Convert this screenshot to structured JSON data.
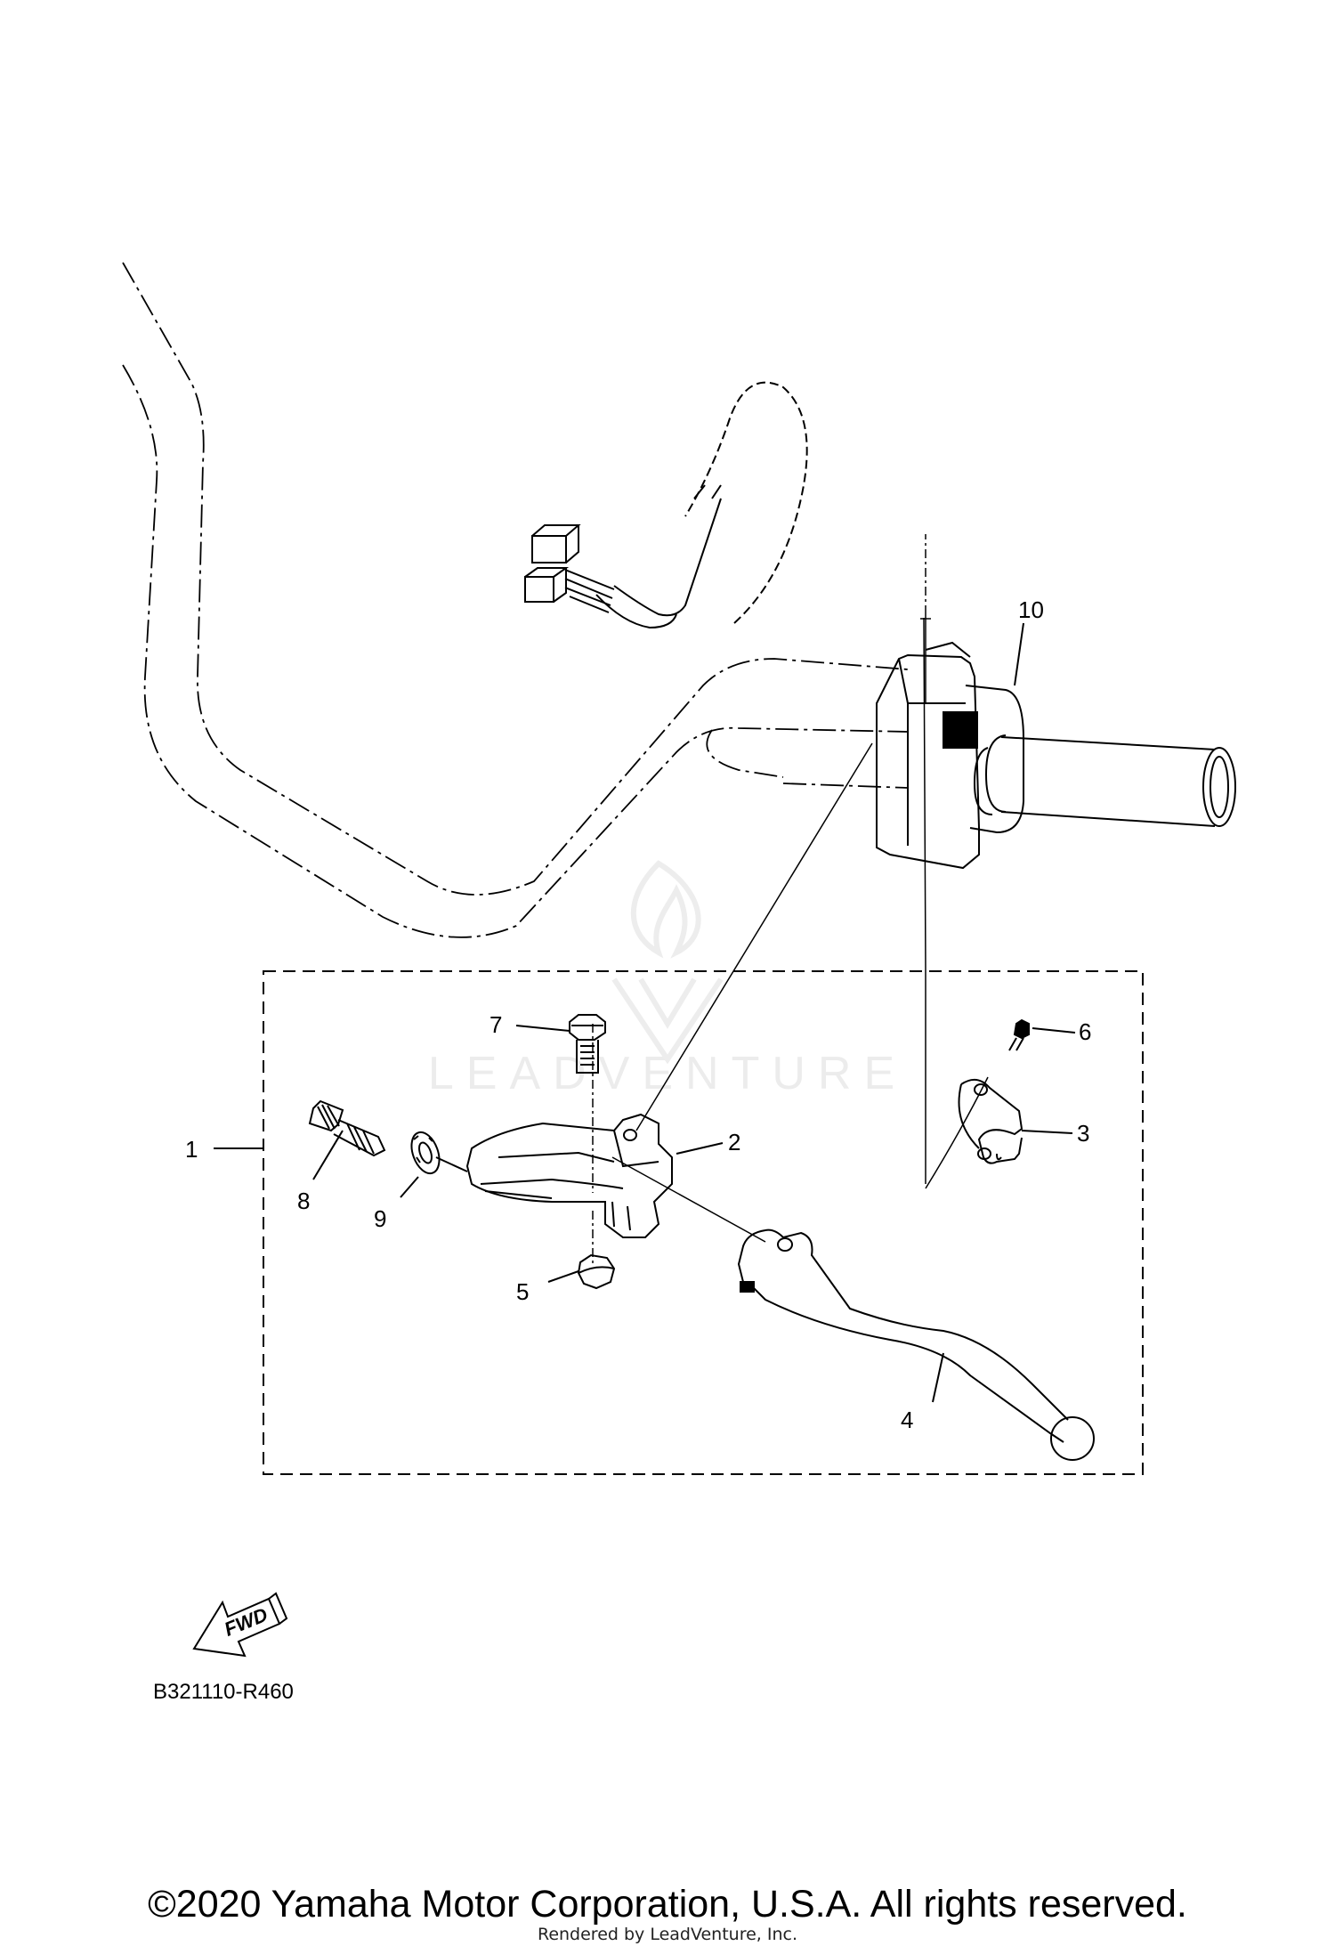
{
  "diagram": {
    "callouts": {
      "c1": "1",
      "c2": "2",
      "c3": "3",
      "c4": "4",
      "c5": "5",
      "c6": "6",
      "c7": "7",
      "c8": "8",
      "c9": "9",
      "c10": "10"
    },
    "fwd_label": "FWD",
    "diagram_code": "B321110-R460"
  },
  "watermark": {
    "text": "LEADVENTURE"
  },
  "footer": {
    "copyright": "©2020 Yamaha Motor Corporation, U.S.A. All rights reserved.",
    "rendered_by": "Rendered by LeadVenture, Inc."
  }
}
